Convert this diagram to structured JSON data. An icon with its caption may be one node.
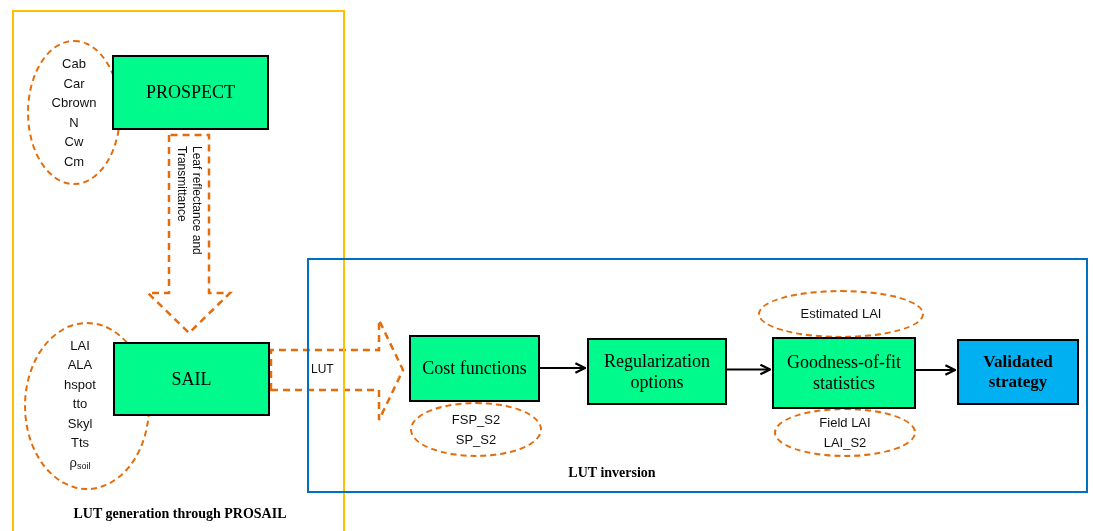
{
  "diagram": {
    "nodes": [
      {
        "text": [
          "LUT generation through PROSAIL"
        ]
      },
      {
        "text": [
          "LUT inversion"
        ]
      },
      {
        "text": [
          "Cab",
          "Car",
          "Cbrown",
          "N",
          "Cw",
          "Cm"
        ],
        "in": 0
      },
      {
        "text": [
          "PROSPECT"
        ],
        "in": 0
      },
      {
        "text": [
          "LAI",
          "ALA",
          "hspot",
          "tto",
          "Skyl",
          "Tts",
          "ρ$_{soil}$"
        ],
        "in": 0
      },
      {
        "text": [
          "SAIL"
        ],
        "in": 0
      },
      {
        "text": [
          "Estimated LAI"
        ],
        "in": 1
      },
      {
        "text": [
          "Cost functions"
        ],
        "in": 1
      },
      {
        "text": [
          "FSP_S2",
          "SP_S2"
        ],
        "in": 1
      },
      {
        "text": [
          "Regularization options"
        ],
        "in": 1
      },
      {
        "text": [
          "Goodness-of-fit statistics"
        ],
        "in": 1
      },
      {
        "text": [
          "Field LAI",
          "LAI_S2"
        ],
        "in": 1
      },
      {
        "text": [
          "Validated strategy"
        ],
        "in": 1
      }
    ],
    "edges": [
      {
        "from": 3,
        "to": 5,
        "arrow": "to",
        "label": "Leaf reflectance and Transmittance",
        "style": "dashed",
        "color": "#e46c0a"
      },
      {
        "from": 5,
        "to": 7,
        "arrow": "to",
        "label": "LUT",
        "style": "dashed",
        "color": "#e46c0a"
      },
      {
        "from": 7,
        "to": 9,
        "arrow": "to"
      },
      {
        "from": 9,
        "to": 10,
        "arrow": "to"
      },
      {
        "from": 10,
        "to": 12,
        "arrow": "to"
      }
    ]
  }
}
